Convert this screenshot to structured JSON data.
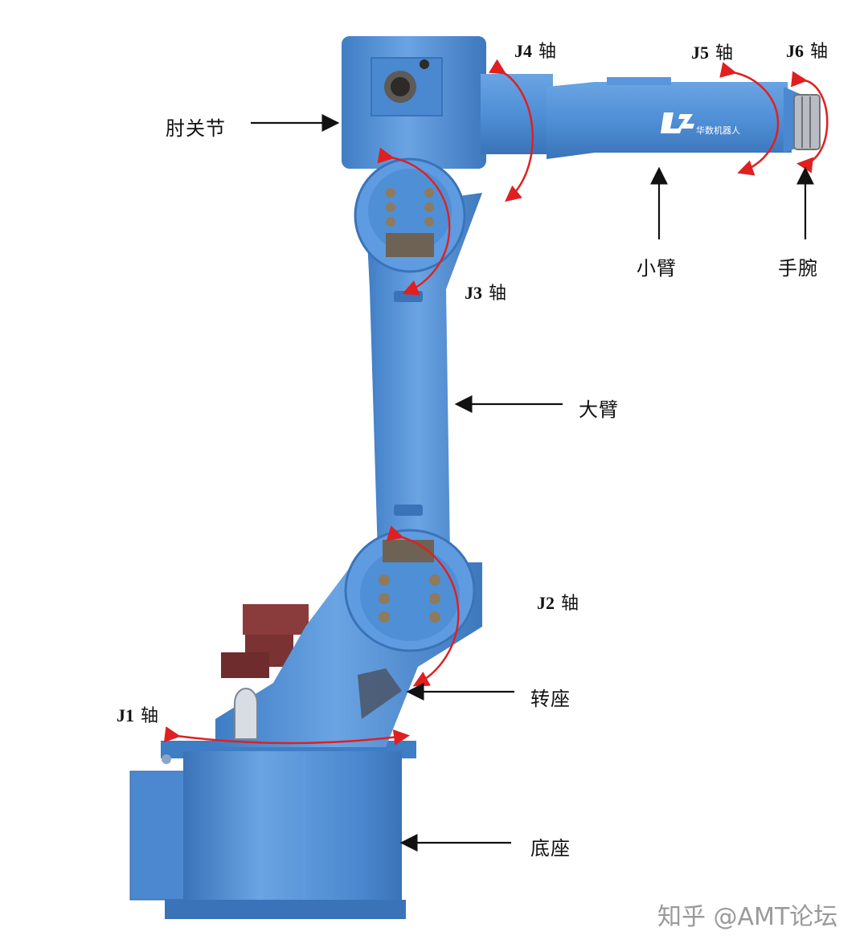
{
  "labels": {
    "elbow": "肘关节",
    "forearm": "小臂",
    "wrist": "手腕",
    "upper_arm": "大臂",
    "turret": "转座",
    "base": "底座"
  },
  "axes": {
    "j1": {
      "code": "J1",
      "cn": "轴"
    },
    "j2": {
      "code": "J2",
      "cn": "轴"
    },
    "j3": {
      "code": "J3",
      "cn": "轴"
    },
    "j4": {
      "code": "J4",
      "cn": "轴"
    },
    "j5": {
      "code": "J5",
      "cn": "轴"
    },
    "j6": {
      "code": "J6",
      "cn": "轴"
    }
  },
  "brand_text": "华数机器人",
  "watermark": "知乎 @AMT论坛",
  "colors": {
    "robot_body": "#4f8fd6",
    "robot_shade": "#3a73b8",
    "robot_light": "#7fb3ea",
    "rotation_arrow": "#e02020",
    "pointer_arrow": "#111111",
    "motor_red": "#8a3b3b"
  }
}
